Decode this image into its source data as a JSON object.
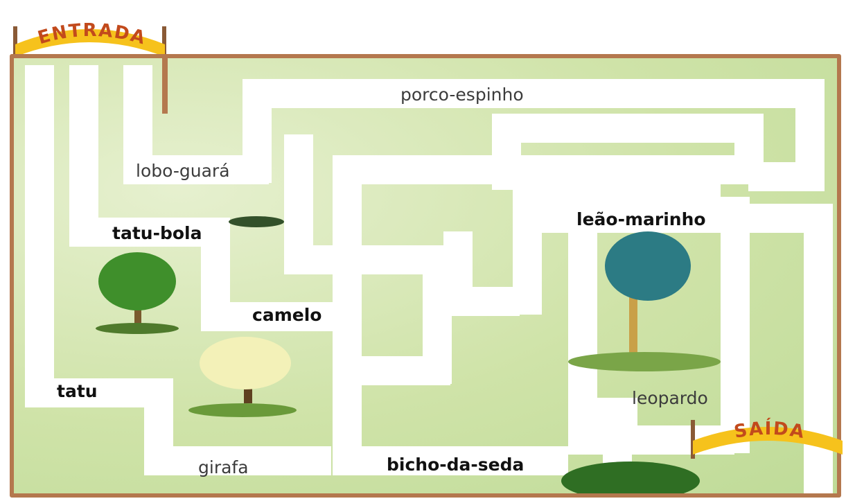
{
  "entrance": "ENTRADA",
  "exit": "SAÍDA",
  "animals": {
    "porco_espinho": "porco-espinho",
    "lobo_guara": "lobo-guará",
    "tatu_bola": "tatu-bola",
    "camelo": "camelo",
    "leao_marinho": "leão-marinho",
    "tatu": "tatu",
    "girafa": "girafa",
    "bicho_da_seda": "bicho-da-seda",
    "leopardo": "leopardo"
  },
  "colors": {
    "path": "#ffffff",
    "grass": "#cfe3a8",
    "frame": "#b4784e",
    "banner": "#f6c21c",
    "banner_text": "#c24a1c"
  }
}
